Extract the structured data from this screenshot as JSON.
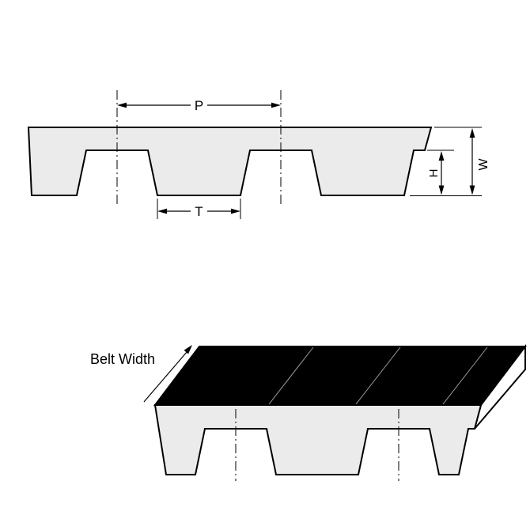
{
  "diagram": {
    "type": "timing-belt-dimensions",
    "colors": {
      "background": "#ffffff",
      "belt_fill": "#ebebeb",
      "top_face_fill": "#000000",
      "end_face_fill": "#ffffff",
      "line_color": "#000000"
    },
    "profile_view": {
      "pitch_label": "P",
      "tooth_width_label": "T",
      "tooth_height_label": "H",
      "belt_thickness_label": "W"
    },
    "perspective_view": {
      "belt_width_label": "Belt Width"
    }
  }
}
